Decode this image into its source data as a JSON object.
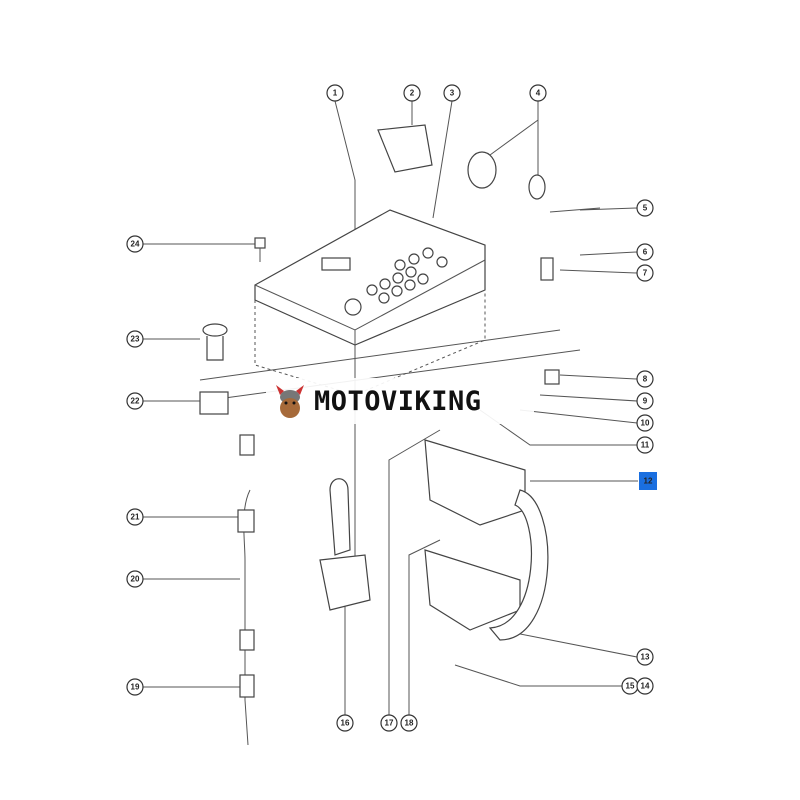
{
  "diagram": {
    "callouts": [
      {
        "id": "1",
        "label": "1"
      },
      {
        "id": "2",
        "label": "2"
      },
      {
        "id": "3",
        "label": "3"
      },
      {
        "id": "4",
        "label": "4"
      },
      {
        "id": "5",
        "label": "5"
      },
      {
        "id": "6",
        "label": "6"
      },
      {
        "id": "7",
        "label": "7"
      },
      {
        "id": "8",
        "label": "8"
      },
      {
        "id": "9",
        "label": "9"
      },
      {
        "id": "10",
        "label": "10"
      },
      {
        "id": "11",
        "label": "11"
      },
      {
        "id": "12",
        "label": "12"
      },
      {
        "id": "13",
        "label": "13"
      },
      {
        "id": "15",
        "label": "15"
      },
      {
        "id": "14",
        "label": "14"
      },
      {
        "id": "16",
        "label": "16"
      },
      {
        "id": "17",
        "label": "17"
      },
      {
        "id": "18",
        "label": "18"
      },
      {
        "id": "19",
        "label": "19"
      },
      {
        "id": "20",
        "label": "20"
      },
      {
        "id": "21",
        "label": "21"
      },
      {
        "id": "22",
        "label": "22"
      },
      {
        "id": "23",
        "label": "23"
      },
      {
        "id": "24",
        "label": "24"
      }
    ],
    "highlighted": "12",
    "highlight_color": "#1a6fe0"
  },
  "watermark": {
    "text": "MOTOVIKING"
  }
}
